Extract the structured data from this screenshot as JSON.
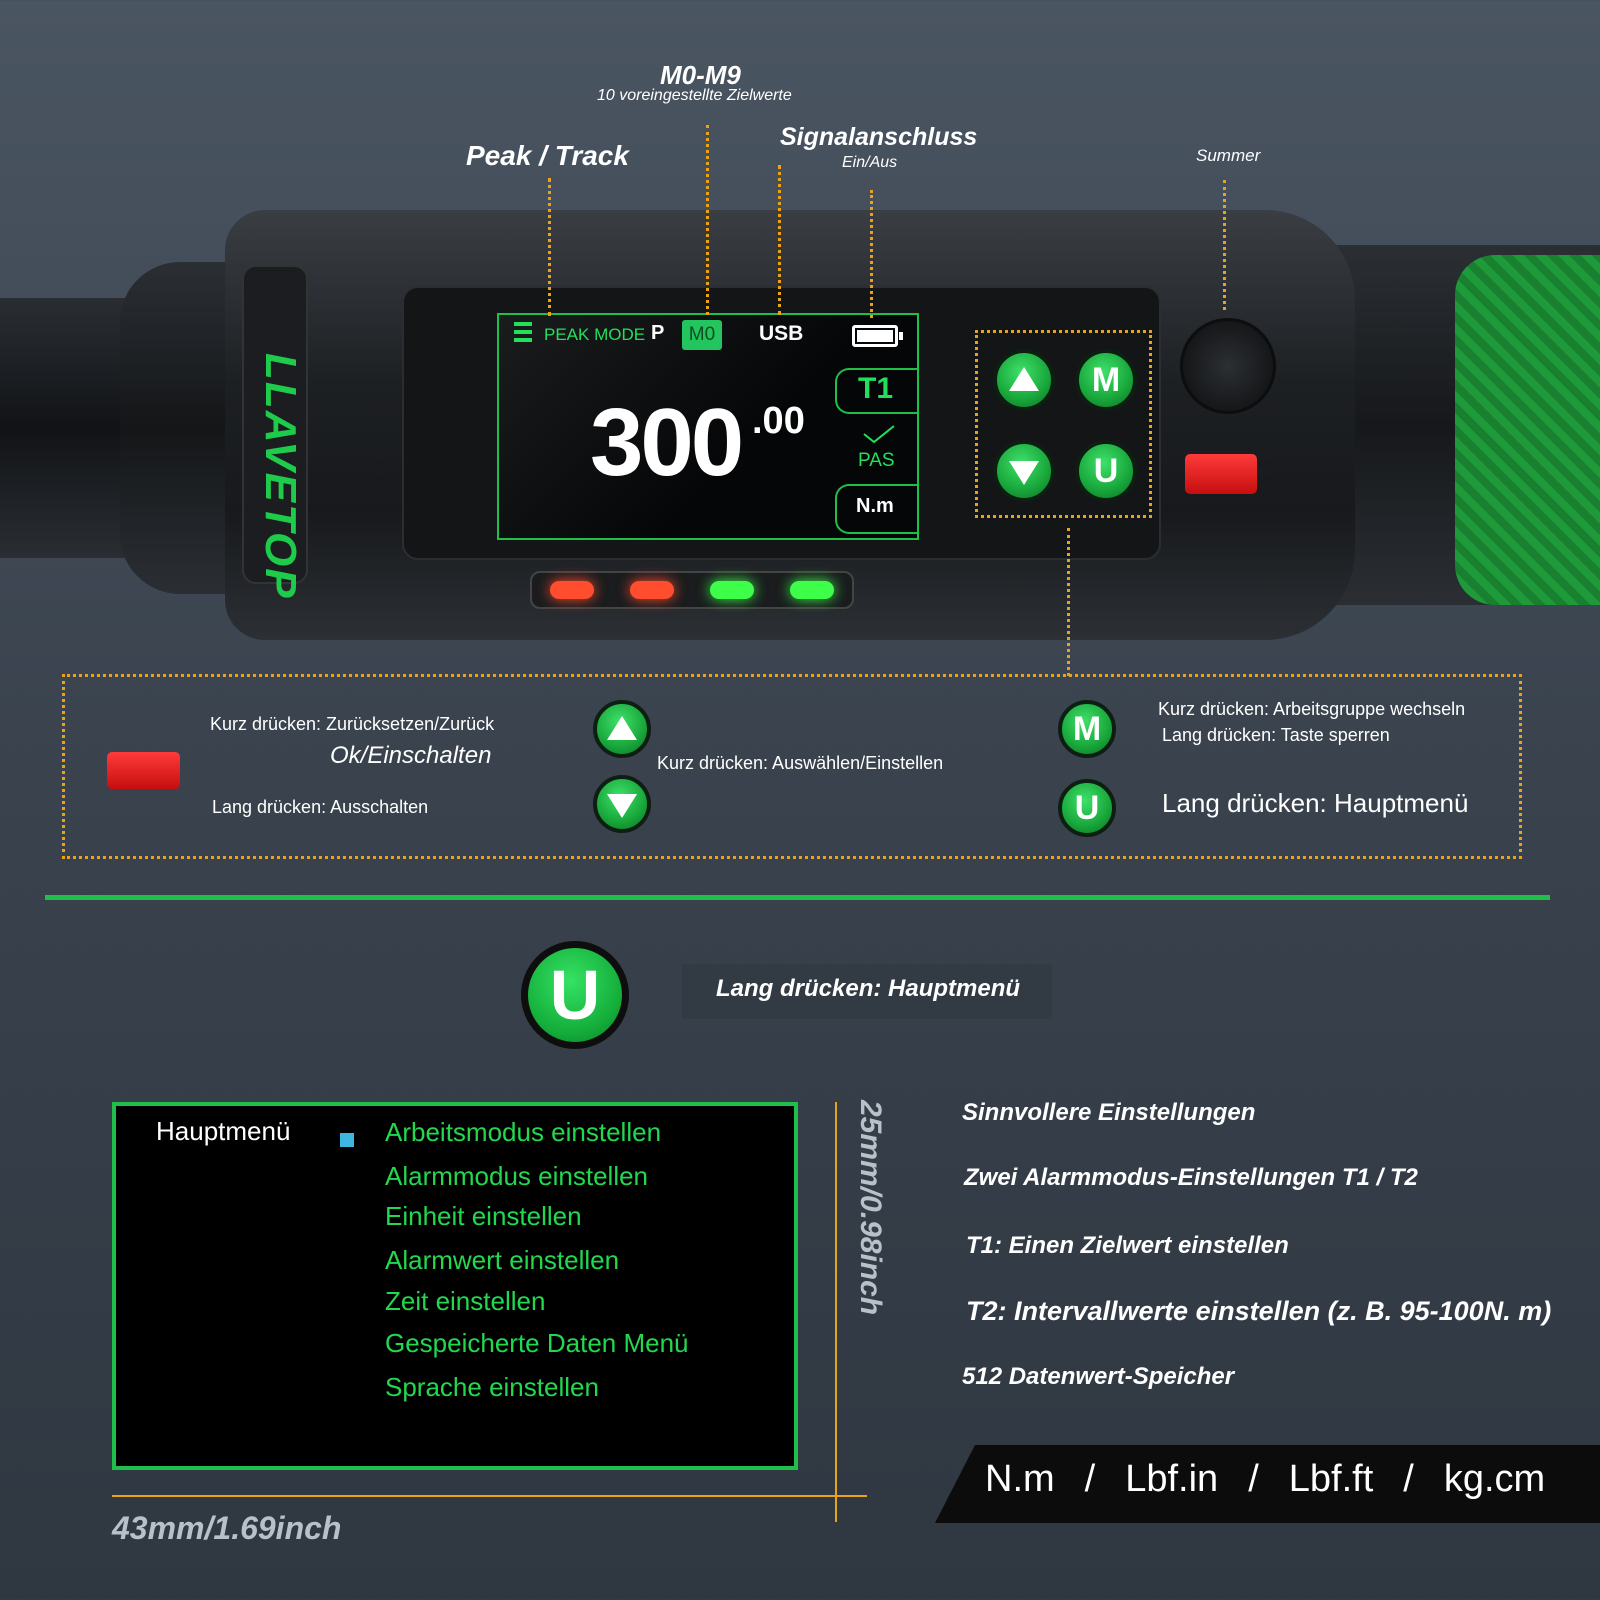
{
  "callouts": {
    "m_range": "M0-M9",
    "m_range_sub": "10 voreingestellte Zielwerte",
    "peak_track": "Peak / Track",
    "signal": "Signalanschluss",
    "signal_sub": "Ein/Aus",
    "buzzer": "Summer"
  },
  "brand": "LLAVETOP",
  "display": {
    "mode": "PEAK MODE",
    "p": "P",
    "preset": "M0",
    "usb": "USB",
    "value_int": "300",
    "value_dec": ".00",
    "alarm": "T1",
    "status": "PAS",
    "unit": "N.m",
    "menu_icon": "hamburger-icon",
    "battery_icon": "battery-icon",
    "check_icon": "check-icon"
  },
  "buttons": {
    "up": "up-arrow-icon",
    "m": "M",
    "down": "down-arrow-icon",
    "u": "U"
  },
  "led_colors": [
    "#ff4d2e",
    "#ff4d2e",
    "#3dff4a",
    "#3dff4a"
  ],
  "legend": {
    "red_short": "Kurz drücken: Zurücksetzen/Zurück",
    "red_ok": "Ok/Einschalten",
    "red_long": "Lang drücken: Ausschalten",
    "arrows": "Kurz drücken: Auswählen/Einstellen",
    "m_short": "Kurz drücken: Arbeitsgruppe wechseln",
    "m_long": "Lang drücken: Taste sperren",
    "m_label": "M",
    "u_label": "U",
    "u_long": "Lang drücken: Hauptmenü"
  },
  "main": {
    "u_label": "U",
    "u_caption": "Lang drücken: Hauptmenü",
    "menu_title": "Hauptmenü",
    "menu_items": [
      "Arbeitsmodus einstellen",
      "Alarmmodus einstellen",
      "Einheit einstellen",
      "Alarmwert einstellen",
      "Zeit einstellen",
      "Gespeicherte Daten Menü",
      "Sprache einstellen"
    ],
    "height_dim": "25mm/0.98inch",
    "width_dim": "43mm/1.69inch",
    "features": [
      "Sinnvollere Einstellungen",
      "Zwei Alarmmodus-Einstellungen T1 / T2",
      "T1: Einen Zielwert einstellen",
      "T2: Intervallwerte einstellen (z. B. 95-100N. m)",
      "512 Datenwert-Speicher"
    ],
    "units": [
      "N.m",
      "/",
      "Lbf.in",
      "/",
      "Lbf.ft",
      "/",
      "kg.cm"
    ]
  },
  "colors": {
    "accent_green": "#1fbf49",
    "dotted_orange": "#e8a317",
    "red_button": "#e01616"
  }
}
